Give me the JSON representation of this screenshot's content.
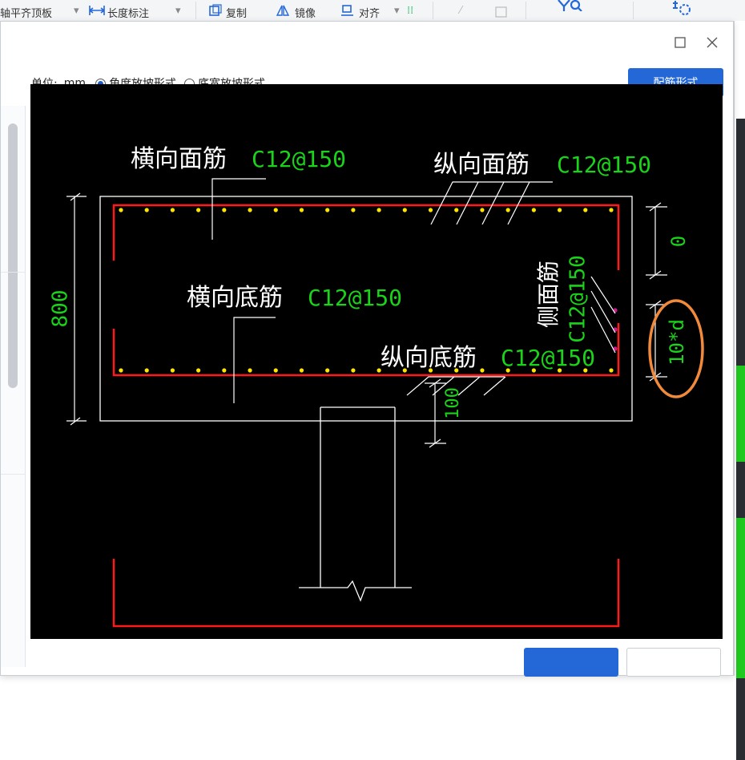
{
  "toolbar": {
    "item1": "轴平齐顶板",
    "item2": "长度标注",
    "item3": "复制",
    "item4": "镜像",
    "item5": "对齐"
  },
  "options": {
    "unit_label": "单位:",
    "unit_value": "mm",
    "radio_angle": "角度放坡形式",
    "radio_width": "底宽放坡形式",
    "selected": "角度放坡形式"
  },
  "buttons": {
    "rebar_form": "配筋形式"
  },
  "drawing": {
    "top_transverse_label": "横向面筋",
    "top_transverse_value": "C12@150",
    "top_longitudinal_label": "纵向面筋",
    "top_longitudinal_value": "C12@150",
    "bottom_transverse_label": "横向底筋",
    "bottom_transverse_value": "C12@150",
    "bottom_longitudinal_label": "纵向底筋",
    "bottom_longitudinal_value": "C12@150",
    "side_label": "侧面筋",
    "side_value": "C12@150",
    "dim_height": "800",
    "dim_top_cover": "0",
    "dim_anchor": "10*d",
    "dim_bottom": "100"
  },
  "colors": {
    "canvas_bg": "#000000",
    "rebar": "#ff1a1a",
    "dot": "#ffe600",
    "side_dot": "#d0188f",
    "value_text": "#19d419",
    "white_text": "#ffffff",
    "highlight": "#f28a3c",
    "accent": "#2468d8"
  }
}
